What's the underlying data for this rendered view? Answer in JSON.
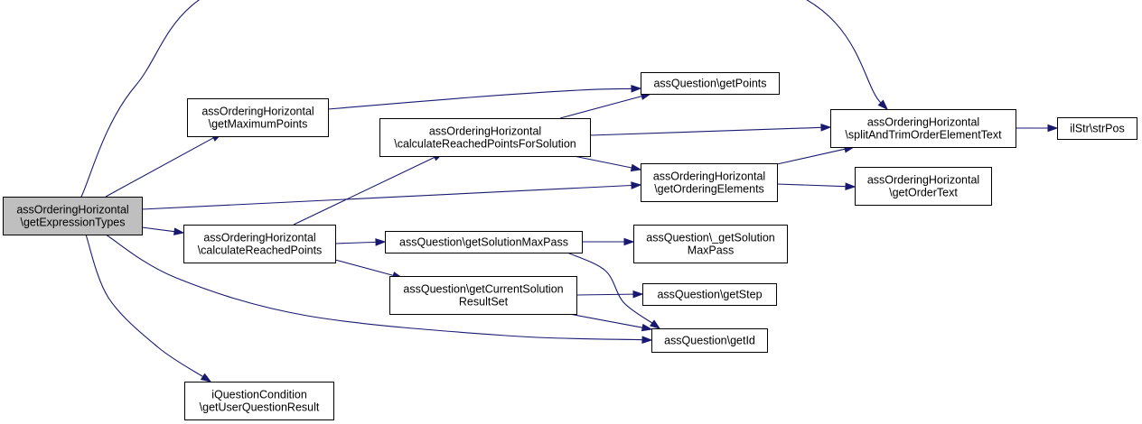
{
  "diagram": {
    "colors": {
      "edge": "#191970",
      "node_border": "#000000",
      "root_fill": "#bfbfbf",
      "node_fill": "#ffffff"
    },
    "nodes": [
      {
        "id": "root",
        "lines": [
          "assOrderingHorizontal",
          "\\getExpressionTypes"
        ],
        "root": true
      },
      {
        "id": "getMaximumPoints",
        "lines": [
          "assOrderingHorizontal",
          "\\getMaximumPoints"
        ]
      },
      {
        "id": "calcReachedPoints",
        "lines": [
          "assOrderingHorizontal",
          "\\calculateReachedPoints"
        ]
      },
      {
        "id": "getUserQuestionResult",
        "lines": [
          "iQuestionCondition",
          "\\getUserQuestionResult"
        ]
      },
      {
        "id": "calcReachedPointsForSolution",
        "lines": [
          "assOrderingHorizontal",
          "\\calculateReachedPointsForSolution"
        ]
      },
      {
        "id": "getSolutionMaxPass",
        "lines": [
          "assQuestion\\getSolutionMaxPass"
        ]
      },
      {
        "id": "getCurrentSolutionResultSet",
        "lines": [
          "assQuestion\\getCurrentSolution",
          "ResultSet"
        ]
      },
      {
        "id": "getPoints",
        "lines": [
          "assQuestion\\getPoints"
        ]
      },
      {
        "id": "getOrderingElements",
        "lines": [
          "assOrderingHorizontal",
          "\\getOrderingElements"
        ]
      },
      {
        "id": "_getSolutionMaxPass",
        "lines": [
          "assQuestion\\_getSolution",
          "MaxPass"
        ]
      },
      {
        "id": "getStep",
        "lines": [
          "assQuestion\\getStep"
        ]
      },
      {
        "id": "getId",
        "lines": [
          "assQuestion\\getId"
        ]
      },
      {
        "id": "splitAndTrim",
        "lines": [
          "assOrderingHorizontal",
          "\\splitAndTrimOrderElementText"
        ]
      },
      {
        "id": "getOrderText",
        "lines": [
          "assOrderingHorizontal",
          "\\getOrderText"
        ]
      },
      {
        "id": "strPos",
        "lines": [
          "ilStr\\strPos"
        ]
      }
    ],
    "edges": [
      {
        "from": "root",
        "to": "splitAndTrim"
      },
      {
        "from": "root",
        "to": "getMaximumPoints"
      },
      {
        "from": "root",
        "to": "getOrderingElements"
      },
      {
        "from": "root",
        "to": "calcReachedPoints"
      },
      {
        "from": "root",
        "to": "getId"
      },
      {
        "from": "root",
        "to": "getUserQuestionResult"
      },
      {
        "from": "getMaximumPoints",
        "to": "getPoints"
      },
      {
        "from": "calcReachedPoints",
        "to": "calcReachedPointsForSolution"
      },
      {
        "from": "calcReachedPoints",
        "to": "getSolutionMaxPass"
      },
      {
        "from": "calcReachedPoints",
        "to": "getCurrentSolutionResultSet"
      },
      {
        "from": "calcReachedPointsForSolution",
        "to": "getPoints"
      },
      {
        "from": "calcReachedPointsForSolution",
        "to": "splitAndTrim"
      },
      {
        "from": "calcReachedPointsForSolution",
        "to": "getOrderingElements"
      },
      {
        "from": "getSolutionMaxPass",
        "to": "_getSolutionMaxPass"
      },
      {
        "from": "getSolutionMaxPass",
        "to": "getId"
      },
      {
        "from": "getCurrentSolutionResultSet",
        "to": "getStep"
      },
      {
        "from": "getCurrentSolutionResultSet",
        "to": "getId"
      },
      {
        "from": "getOrderingElements",
        "to": "splitAndTrim"
      },
      {
        "from": "getOrderingElements",
        "to": "getOrderText"
      },
      {
        "from": "splitAndTrim",
        "to": "strPos"
      }
    ]
  }
}
